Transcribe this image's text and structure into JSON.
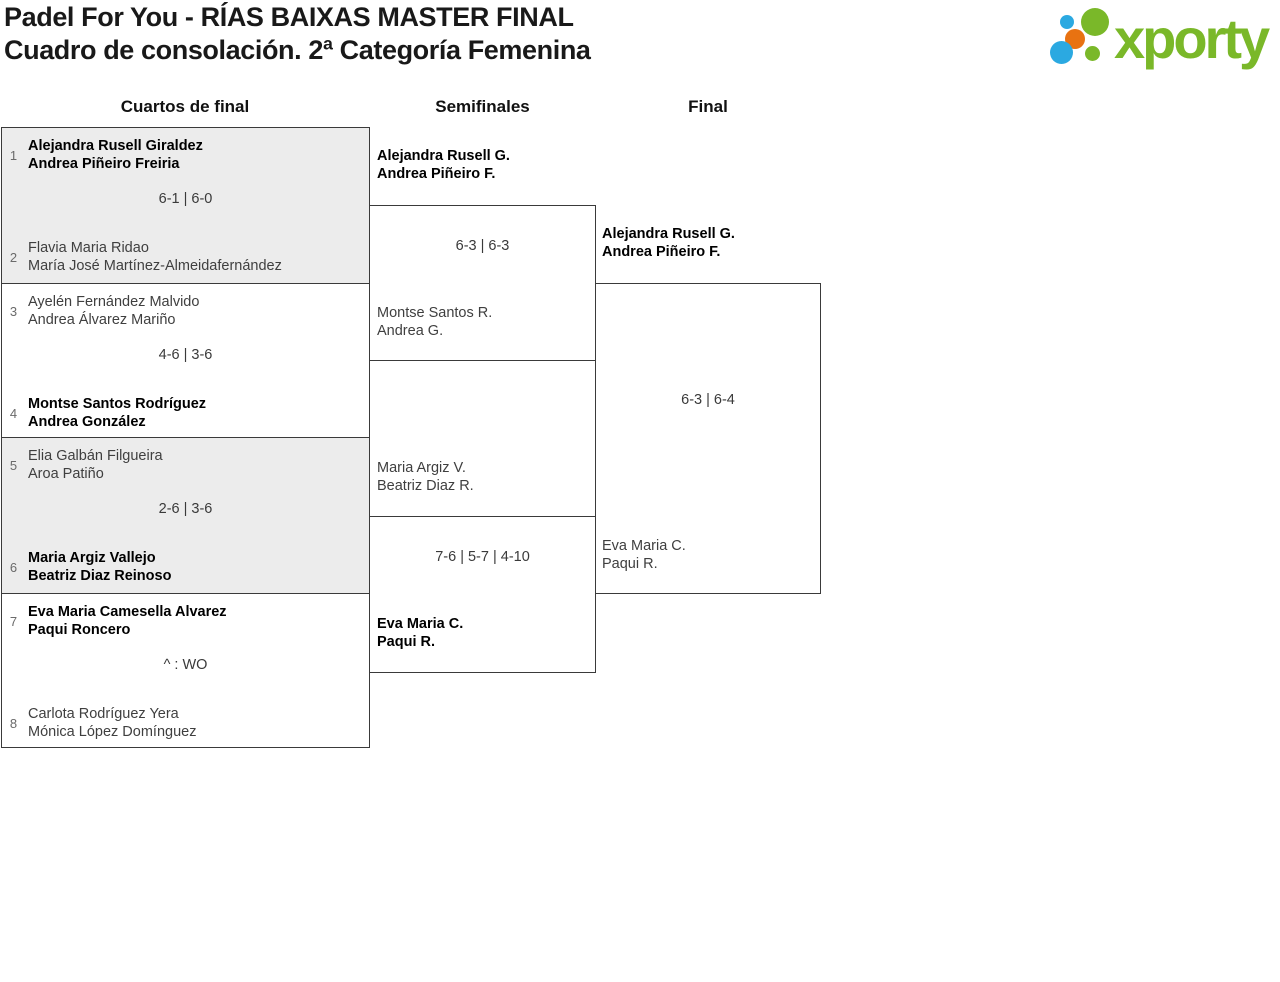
{
  "header": {
    "title_line1": "Padel For You - RÍAS BAIXAS MASTER FINAL",
    "title_line2": "Cuadro de consolación. 2ª Categoría Femenina",
    "logo_text": "xporty"
  },
  "round_headers": [
    "Cuartos de final",
    "Semifinales",
    "Final"
  ],
  "quarterfinals": [
    {
      "top": {
        "seed": "1",
        "players": [
          "Alejandra Rusell Giraldez",
          "Andrea Piñeiro Freiria"
        ],
        "winner": true
      },
      "score": "6-1 | 6-0",
      "bottom": {
        "seed": "2",
        "players": [
          "Flavia Maria Ridao",
          "María José Martínez-Almeidafernández"
        ],
        "winner": false
      }
    },
    {
      "top": {
        "seed": "3",
        "players": [
          "Ayelén Fernández Malvido",
          "Andrea Álvarez Mariño"
        ],
        "winner": false
      },
      "score": "4-6 | 3-6",
      "bottom": {
        "seed": "4",
        "players": [
          "Montse Santos Rodríguez",
          "Andrea González"
        ],
        "winner": true
      }
    },
    {
      "top": {
        "seed": "5",
        "players": [
          "Elia Galbán Filgueira",
          "Aroa Patiño"
        ],
        "winner": false
      },
      "score": "2-6 | 3-6",
      "bottom": {
        "seed": "6",
        "players": [
          "Maria Argiz Vallejo",
          "Beatriz Diaz Reinoso"
        ],
        "winner": true
      }
    },
    {
      "top": {
        "seed": "7",
        "players": [
          "Eva Maria Camesella Alvarez",
          "Paqui Roncero"
        ],
        "winner": true
      },
      "score": "^ : WO",
      "bottom": {
        "seed": "8",
        "players": [
          "Carlota Rodríguez Yera",
          "Mónica López Domínguez"
        ],
        "winner": false
      }
    }
  ],
  "semifinals": [
    {
      "top": {
        "players": [
          "Alejandra Rusell G.",
          "Andrea Piñeiro F."
        ],
        "winner": true
      },
      "score": "6-3 | 6-3",
      "bottom": {
        "players": [
          "Montse Santos R.",
          "Andrea G."
        ],
        "winner": false
      }
    },
    {
      "top": {
        "players": [
          "Maria Argiz V.",
          "Beatriz Diaz R."
        ],
        "winner": false
      },
      "score": "7-6 | 5-7 | 4-10",
      "bottom": {
        "players": [
          "Eva Maria C.",
          "Paqui R."
        ],
        "winner": true
      }
    }
  ],
  "final": {
    "top": {
      "players": [
        "Alejandra Rusell G.",
        "Andrea Piñeiro F."
      ],
      "winner": true
    },
    "score": "6-3 | 6-4",
    "bottom": {
      "players": [
        "Eva Maria C.",
        "Paqui R."
      ],
      "winner": false
    }
  },
  "colors": {
    "logo_green": "#7ab829",
    "logo_blue": "#2ba9e1",
    "logo_orange": "#e87211",
    "box_border": "#3a3a3a",
    "shaded_box_bg": "#ececec"
  }
}
